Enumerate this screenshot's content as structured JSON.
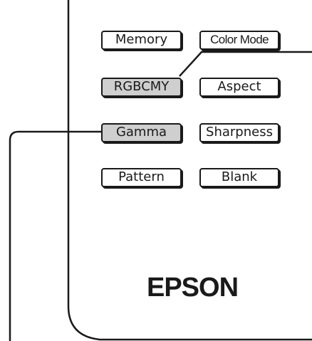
{
  "buttons": {
    "memory": "Memory",
    "color_mode": "Color Mode",
    "rgbcmy": "RGBCMY",
    "aspect": "Aspect",
    "gamma": "Gamma",
    "sharpness": "Sharpness",
    "pattern": "Pattern",
    "blank": "Blank"
  },
  "highlighted_buttons": [
    "RGBCMY",
    "Gamma"
  ],
  "brand": "EPSON",
  "colors": {
    "ink": "#1a1a1a",
    "highlight_fill": "#cfcfcf",
    "background": "#ffffff"
  }
}
